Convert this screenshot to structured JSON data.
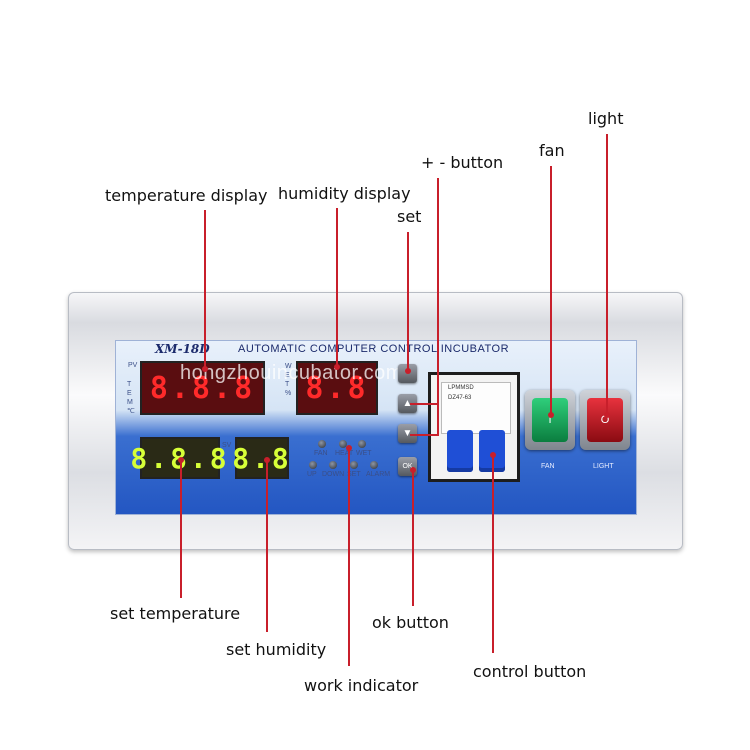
{
  "labels": {
    "temperature_display": "temperature display",
    "humidity_display": "humidity display",
    "set": "set",
    "plus_minus_button": "+ - button",
    "fan": "fan",
    "light": "light",
    "set_temperature": "set temperature",
    "set_humidity": "set humidity",
    "work_indicator": "work indicator",
    "ok_button": "ok button",
    "control_button": "control button"
  },
  "panel": {
    "model": "XM-18D",
    "title": "AUTOMATIC COMPUTER CONTROL INCUBATOR",
    "watermark": "hongzhouincubator.com",
    "pv_label": "PV",
    "sv_label": "SV",
    "temp_side": "TEM ℃",
    "hum_side": "WET %",
    "temp_display": "8.8.8",
    "humidity_display": "8.8",
    "set_temp_display": "8.8.8",
    "set_humidity_display": "8.8",
    "led_labels_top": [
      "FAN",
      "HEAT",
      "WET"
    ],
    "led_labels_bottom": [
      "UP",
      "DOWN",
      "SET",
      "ALARM"
    ],
    "ok_text": "OK",
    "breaker_model": "DZ47-63",
    "breaker_brand": "LPMMSD",
    "fan_switch_label": "FAN",
    "light_switch_label": "LIGHT",
    "fan_mark": "I",
    "light_mark": "O"
  },
  "colors": {
    "leader": "#c81f2b",
    "panel_blue": "#2356c2",
    "segment_red": "#ff2a2a",
    "segment_green": "#d7ff38",
    "fan_rocker": "#14a85a",
    "light_rocker": "#c8141f",
    "breaker_toggle": "#1f4fd6"
  }
}
